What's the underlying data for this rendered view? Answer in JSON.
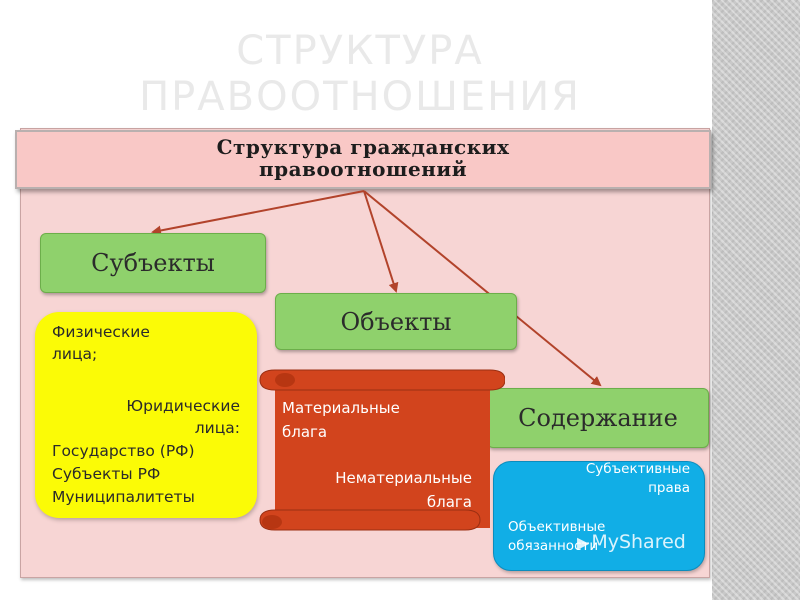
{
  "slide": {
    "title_line1": "СТРУКТУРА",
    "title_line2": "ПРАВООТНОШЕНИЯ"
  },
  "diagram": {
    "header_line1": "Структура гражданских",
    "header_line2": "правоотношений",
    "subjects": {
      "label": "Субъекты",
      "items": [
        "Физические",
        "лица;",
        "Юридические",
        "лица:",
        "Государство (РФ)",
        "Субъекты РФ",
        "Муниципалитеты"
      ]
    },
    "objects": {
      "label": "Объекты",
      "items": [
        "Материальные",
        "блага",
        "Нематериальные",
        "блага"
      ]
    },
    "content": {
      "label": "Содержание",
      "items": [
        "Субъективные",
        "права",
        "Объективные",
        "обязанности"
      ]
    }
  },
  "watermark": {
    "text": "MyShared"
  },
  "colors": {
    "header_bg": "#f9c8c6",
    "diagram_bg": "#f7d5d4",
    "green": "#8fd16c",
    "yellow": "#fbfb06",
    "scroll_red": "#d2441d",
    "blue": "#11aee6",
    "arrow": "#b2432b"
  }
}
